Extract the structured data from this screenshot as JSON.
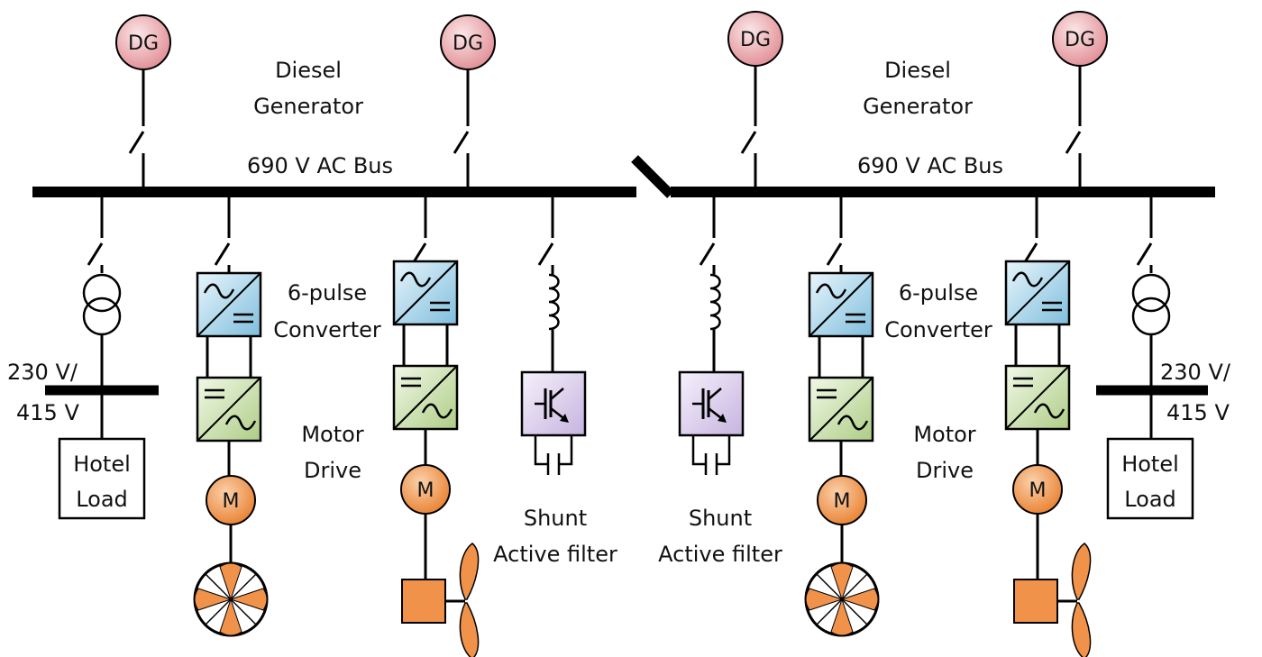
{
  "generators": {
    "label": "DG",
    "fill_color": "#e9a9ad"
  },
  "left_section": {
    "generator_title_line1": "Diesel",
    "generator_title_line2": "Generator",
    "bus_label": "690 V AC Bus",
    "transformer_voltage_line1": "230 V/",
    "transformer_voltage_line2": "415 V",
    "hotel_load_line1": "Hotel",
    "hotel_load_line2": "Load",
    "converter_line1": "6-pulse",
    "converter_line2": "Converter",
    "motor_drive_line1": "Motor",
    "motor_drive_line2": "Drive",
    "filter_line1": "Shunt",
    "filter_line2": "Active filter"
  },
  "right_section": {
    "generator_title_line1": "Diesel",
    "generator_title_line2": "Generator",
    "bus_label": "690 V AC Bus",
    "transformer_voltage_line1": "230 V/",
    "transformer_voltage_line2": "415 V",
    "hotel_load_line1": "Hotel",
    "hotel_load_line2": "Load",
    "converter_line1": "6-pulse",
    "converter_line2": "Converter",
    "motor_drive_line1": "Motor",
    "motor_drive_line2": "Drive",
    "filter_line1": "Shunt",
    "filter_line2": "Active filter"
  },
  "motor": {
    "label": "M",
    "fill_color": "#f0924a"
  },
  "colors": {
    "rectifier": "#a9d3e8",
    "inverter": "#cde1b2",
    "igbt": "#ddd1ec",
    "load_orange": "#f0924a"
  }
}
